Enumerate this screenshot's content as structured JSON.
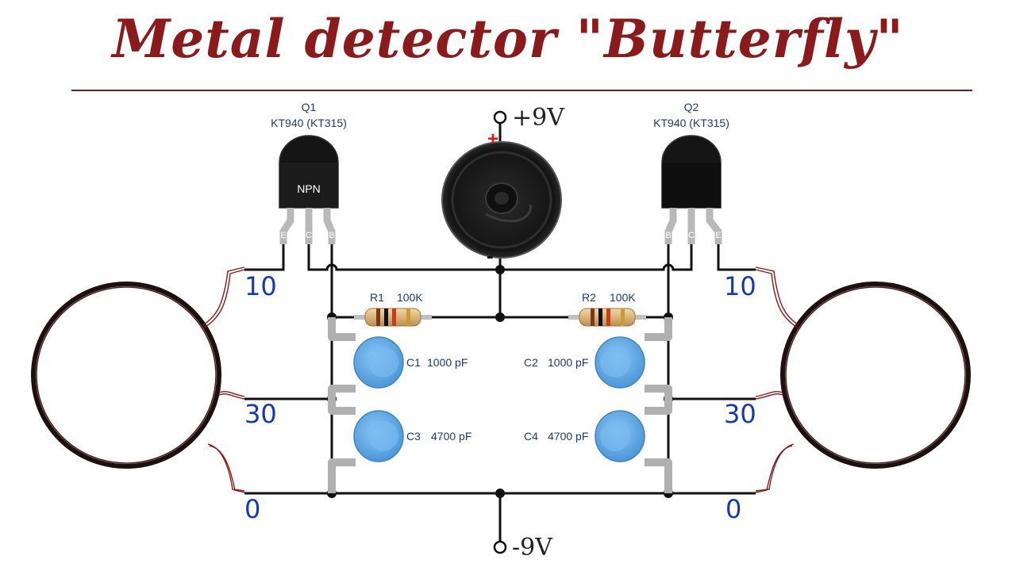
{
  "title": "Metal detector \"Butterfly\"",
  "supply": {
    "positive": "+9V",
    "negative": "-9V",
    "plus_sign": "+",
    "minus_sign": "-"
  },
  "transistors": [
    {
      "ref": "Q1",
      "part": "KT940 (KT315)",
      "type": "NPN",
      "pins": [
        "E",
        "C",
        "B"
      ]
    },
    {
      "ref": "Q2",
      "part": "KT940 (KT315)",
      "type": "",
      "pins": [
        "B",
        "C",
        "E"
      ]
    }
  ],
  "resistors": [
    {
      "ref": "R1",
      "value": "100K"
    },
    {
      "ref": "R2",
      "value": "100K"
    }
  ],
  "capacitors": [
    {
      "ref": "C1",
      "value": "1000 pF"
    },
    {
      "ref": "C2",
      "value": "1000 pF"
    },
    {
      "ref": "C3",
      "value": "4700 pF"
    },
    {
      "ref": "C4",
      "value": "4700 pF"
    }
  ],
  "coil_taps": {
    "left": [
      "10",
      "30",
      "0"
    ],
    "right": [
      "10",
      "30",
      "0"
    ]
  },
  "colors": {
    "title": "#8b1a1a",
    "tap_numbers": "#1538b8",
    "capacitor": "#5aa7e6",
    "wire": "#111111",
    "coil_lead": "#8a1a1a"
  }
}
